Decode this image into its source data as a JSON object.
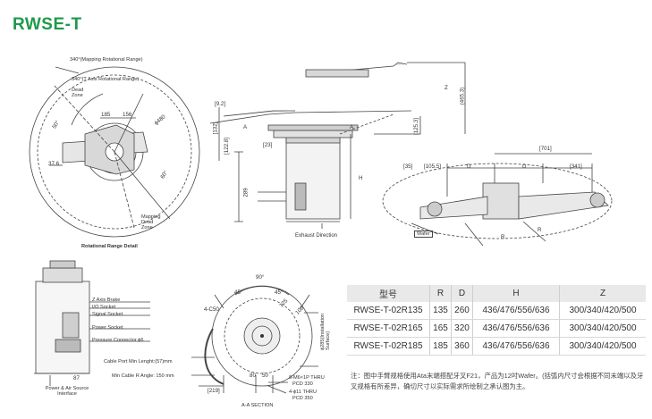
{
  "title": "RWSE-T",
  "rotational_view": {
    "mapping_range": "340°(Mapping Rotational Range)",
    "t_axis_range": "340°(T Axis Rotational Range)",
    "dead_zone_top": "Dead\nZone",
    "dim_185": "185",
    "dim_156": "156",
    "dim_phi": "ϕ480",
    "dim_50": "50°",
    "dim_60": "60°",
    "dim_37_6": "37.6",
    "mapping_dead_zone": "Mapping\nDead\nZone",
    "caption": "Rotational Range Detail"
  },
  "side_view": {
    "dim_9_2": "[9.2]",
    "dim_132": "[132]",
    "dim_122_8": "[122.8]",
    "dim_23": "[23]",
    "dim_289": "289",
    "label_a1": "A",
    "label_a2": "A",
    "label_h": "H",
    "label_z": "Z",
    "dim_465_3": "(465.3)",
    "dim_125_3": "[125.3]",
    "caption": "Exhaust Direction"
  },
  "top_view": {
    "dim_701": "[701]",
    "dim_35": "[35]",
    "dim_105_5": "[105.5]",
    "dim_d1": "D",
    "dim_d2": "D",
    "dim_341": "[341]",
    "label_wafer": "Wafer",
    "label_r1": "R",
    "label_r2": "R"
  },
  "interface_view": {
    "z_axis_brake": "Z Axis Brake",
    "io_socket": "I/O Socket",
    "signal_socket": "Signal Socket",
    "power_socket": "Power Socket",
    "pressure_connector": "Pressure Connector ϕ6",
    "dim_87": "87",
    "caption": "Power & Air Source\nInterface"
  },
  "section_view": {
    "dim_90": "90°",
    "dim_45a": "45°",
    "dim_45b": "45°",
    "dim_c50": "4-C50",
    "dim_100": "100",
    "dim_125": "125",
    "cable_port": "Cable Port Min Lenght:(57)mm",
    "min_cable": "Min Cable R Angle: 150 mm",
    "dim_219": "[219]",
    "dim_80": "80",
    "dim_50": "50",
    "installation": "ϕ285(Installation\nSurface)",
    "thru1": "8-M6×1P THRU",
    "pcd1": "PCD 330",
    "thru2": "4-ϕ11 THRU",
    "pcd2": "PCD 350",
    "caption": "A-A SECTION"
  },
  "spec_table": {
    "headers": [
      "型号",
      "R",
      "D",
      "H",
      "Z"
    ],
    "rows": [
      [
        "RWSE-T-02R135",
        "135",
        "260",
        "436/476/556/636",
        "300/340/420/500"
      ],
      [
        "RWSE-T-02R165",
        "165",
        "320",
        "436/476/556/636",
        "300/340/420/500"
      ],
      [
        "RWSE-T-02R185",
        "185",
        "360",
        "436/476/556/636",
        "300/340/420/500"
      ]
    ]
  },
  "note": "注：图中手臂规格使用Ata末端搭配牙叉F21，产品为12吋Wafer。(括弧内尺寸会根据不同末端以及牙叉规格有所差异，确切尺寸以实际需求所绘制之承认图为主。"
}
